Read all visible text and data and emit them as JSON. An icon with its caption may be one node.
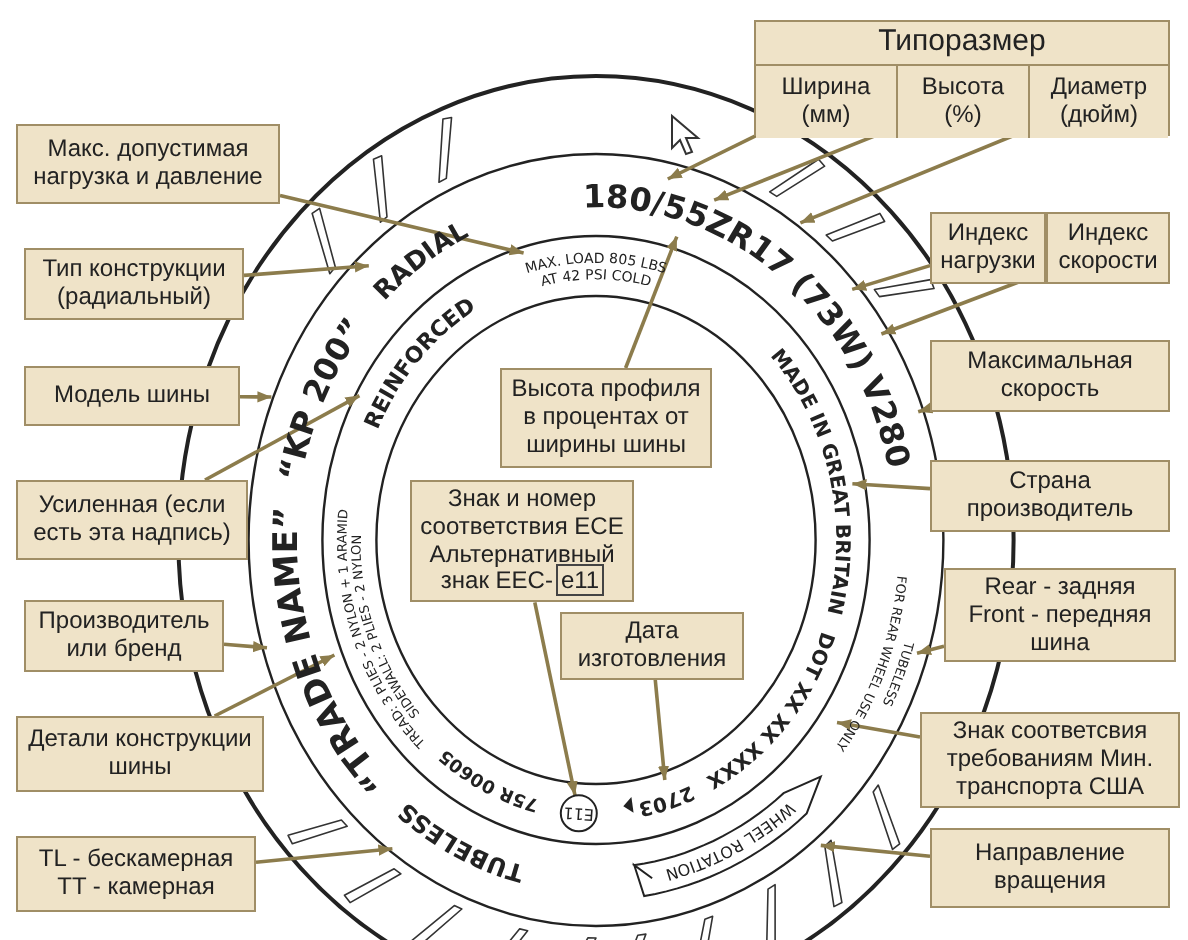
{
  "diagram": {
    "nodes": [
      {
        "text": [
          "Макс. допустимая нагрузка и давление"
        ]
      },
      {
        "text": [
          "Тип конструкции (радиальный)"
        ]
      },
      {
        "text": [
          "Модель шины"
        ]
      },
      {
        "text": [
          "Усиленная (если есть эта надпись)"
        ]
      },
      {
        "text": [
          "Производитель или бренд"
        ]
      },
      {
        "text": [
          "Детали конструкции шины"
        ]
      },
      {
        "text": [
          "TL - бескамерная TT - камерная"
        ]
      },
      {
        "text": [
          "Типоразмер"
        ]
      },
      {
        "text": [
          "Ширина (мм)"
        ],
        "in": 7
      },
      {
        "text": [
          "Высота (%)"
        ],
        "in": 7
      },
      {
        "text": [
          "Диаметр (дюйм)"
        ],
        "in": 7
      },
      {
        "text": [
          "Индекс нагрузки"
        ]
      },
      {
        "text": [
          "Индекс скорости"
        ]
      },
      {
        "text": [
          "Максимальная скорость"
        ]
      },
      {
        "text": [
          "Страна производитель"
        ]
      },
      {
        "text": [
          "Rear - задняя Front - передняя шина"
        ]
      },
      {
        "text": [
          "Знак соответсвия требованиям Мин. транспорта США"
        ]
      },
      {
        "text": [
          "Направление вращения"
        ]
      },
      {
        "text": [
          "Высота профиля в процентах от ширины шины"
        ]
      },
      {
        "text": [
          "Знак и номер соответствия ECE Альтернативный знак EEC-"
        ]
      },
      {
        "text": [
          "e11"
        ],
        "in": 19
      },
      {
        "text": [
          "Дата изготовления"
        ]
      },
      {
        "text": [
          "180/"
        ]
      },
      {
        "text": [
          "55"
        ]
      },
      {
        "text": [
          "ZR17"
        ]
      },
      {
        "text": [
          "(73"
        ]
      },
      {
        "text": [
          "W)"
        ]
      },
      {
        "text": [
          "V280"
        ]
      },
      {
        "text": [
          "MAX. LOAD 805 LBS AT 42 PSI COLD"
        ]
      },
      {
        "text": [
          "RADIAL"
        ]
      },
      {
        "text": [
          "REINFORCED"
        ]
      },
      {
        "text": [
          "“KP 200”"
        ]
      },
      {
        "text": [
          "“TRADE NAME”"
        ]
      },
      {
        "text": [
          "TREAD: 3 PLIES - 2 NYLON + 1 ARAMID SIDEWALL: 2 PLIES - 2 NYLON"
        ]
      },
      {
        "text": [
          "E11"
        ]
      },
      {
        "text": [
          "75R 00605"
        ]
      },
      {
        "text": [
          "TUBELESS"
        ]
      },
      {
        "text": [
          "MADE IN GREAT BRITAIN"
        ]
      },
      {
        "text": [
          "TUBELESS FOR REAR WHEEL USE ONLY"
        ]
      },
      {
        "text": [
          "DOT XX XX XXXX"
        ]
      },
      {
        "text": [
          "2703"
        ]
      },
      {
        "text": [
          "WHEEL ROTATION"
        ]
      }
    ],
    "edges": [
      {
        "from": 0,
        "to": 28,
        "arrow": "to"
      },
      {
        "from": 1,
        "to": 29,
        "arrow": "to"
      },
      {
        "from": 2,
        "to": 31,
        "arrow": "to"
      },
      {
        "from": 3,
        "to": 30,
        "arrow": "to"
      },
      {
        "from": 4,
        "to": 32,
        "arrow": "to"
      },
      {
        "from": 5,
        "to": 33,
        "arrow": "to"
      },
      {
        "from": 6,
        "to": 36,
        "arrow": "to"
      },
      {
        "from": 8,
        "to": 22,
        "arrow": "to"
      },
      {
        "from": 9,
        "to": 23,
        "arrow": "to"
      },
      {
        "from": 10,
        "to": 24,
        "arrow": "to"
      },
      {
        "from": 11,
        "to": 25,
        "arrow": "to"
      },
      {
        "from": 12,
        "to": 26,
        "arrow": "to"
      },
      {
        "from": 13,
        "to": 27,
        "arrow": "to"
      },
      {
        "from": 14,
        "to": 37,
        "arrow": "to"
      },
      {
        "from": 15,
        "to": 38,
        "arrow": "to"
      },
      {
        "from": 16,
        "to": 39,
        "arrow": "to"
      },
      {
        "from": 17,
        "to": 41,
        "arrow": "to"
      },
      {
        "from": 18,
        "to": 23,
        "arrow": "to"
      },
      {
        "from": 19,
        "to": 34,
        "arrow": "to"
      },
      {
        "from": 21,
        "to": 40,
        "arrow": "to"
      }
    ]
  }
}
